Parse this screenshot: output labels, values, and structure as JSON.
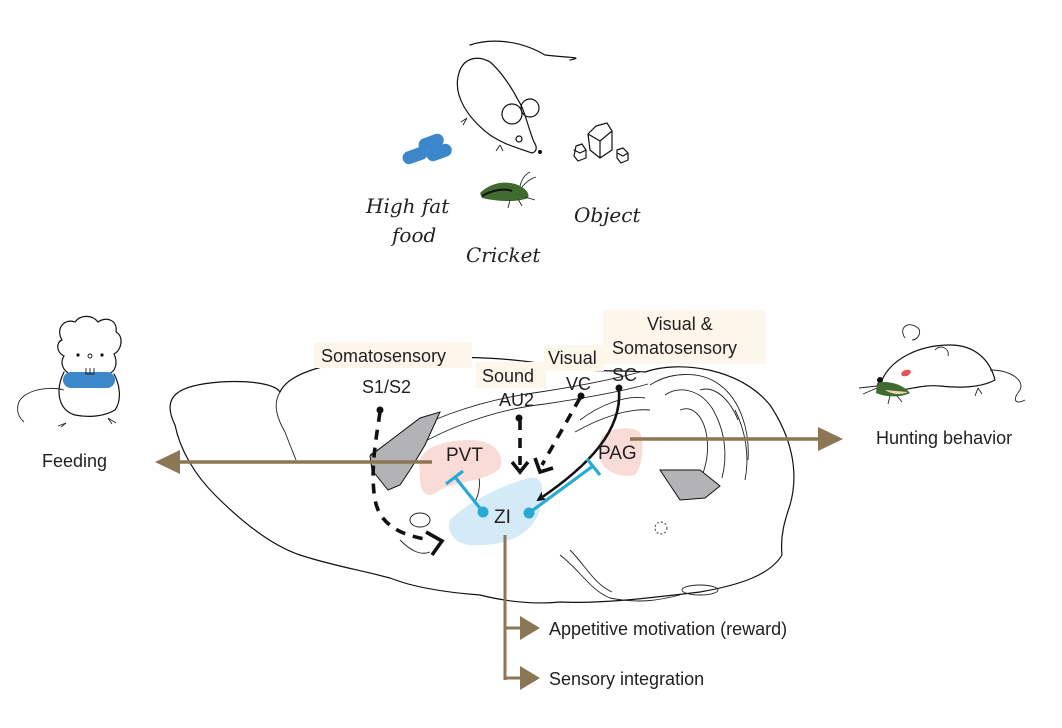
{
  "figure": {
    "top_panel": {
      "stimuli": [
        {
          "id": "food",
          "label_line1": "High fat",
          "label_line2": "food"
        },
        {
          "id": "cricket",
          "label": "Cricket"
        },
        {
          "id": "object",
          "label": "Object"
        }
      ]
    },
    "sensory_inputs": {
      "somatosensory": {
        "title": "Somatosensory",
        "region": "S1/S2"
      },
      "sound": {
        "title": "Sound",
        "region": "AU2"
      },
      "visual": {
        "title": "Visual",
        "region": "VC"
      },
      "visual_somato": {
        "title_line1": "Visual &",
        "title_line2": "Somatosensory",
        "region": "SC"
      }
    },
    "regions": {
      "pvt": "PVT",
      "pag": "PAG",
      "zi": "ZI"
    },
    "outputs": {
      "feeding": "Feeding",
      "hunting": "Hunting behavior",
      "appetitive": "Appetitive motivation (reward)",
      "sensory_integration": "Sensory integration"
    },
    "colors": {
      "output_arrow": "#8b7656",
      "inhibitory": "#29a9d6",
      "zi_fill": "#d5eaf7",
      "pvt_pag_fill": "#f9dcd7",
      "label_bg": "#fdf6ea",
      "gray_fill": "#b3b3b5",
      "food_blue": "#3b87c9",
      "cricket_green": "#3f6b2e"
    }
  }
}
